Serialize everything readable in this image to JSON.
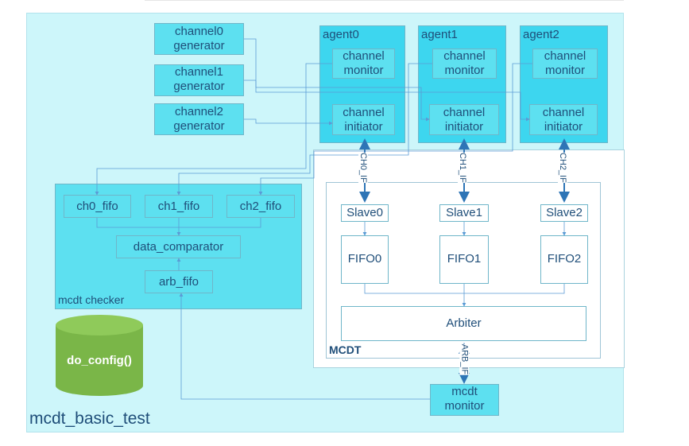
{
  "test": {
    "label": "mcdt_basic_test"
  },
  "generators": [
    {
      "line1": "channel0",
      "line2": "generator"
    },
    {
      "line1": "channel1",
      "line2": "generator"
    },
    {
      "line1": "channel2",
      "line2": "generator"
    }
  ],
  "agents": [
    {
      "title": "agent0",
      "monitor": [
        "channel",
        "monitor"
      ],
      "initiator": [
        "channel",
        "initiator"
      ],
      "if_label": "CH0_IF"
    },
    {
      "title": "agent1",
      "monitor": [
        "channel",
        "monitor"
      ],
      "initiator": [
        "channel",
        "initiator"
      ],
      "if_label": "CH1_IF"
    },
    {
      "title": "agent2",
      "monitor": [
        "channel",
        "monitor"
      ],
      "initiator": [
        "channel",
        "initiator"
      ],
      "if_label": "CH2_IF"
    }
  ],
  "checker": {
    "label": "mcdt checker",
    "fifos": [
      "ch0_fifo",
      "ch1_fifo",
      "ch2_fifo"
    ],
    "comparator": "data_comparator",
    "arb_fifo": "arb_fifo"
  },
  "config": {
    "label": "do_config()"
  },
  "mcdt": {
    "label": "MCDT",
    "slaves": [
      "Slave0",
      "Slave1",
      "Slave2"
    ],
    "fifos": [
      "FIFO0",
      "FIFO1",
      "FIFO2"
    ],
    "arbiter": "Arbiter",
    "arb_if": "ARB_IF"
  },
  "mcdt_monitor": {
    "line1": "mcdt",
    "line2": "monitor"
  },
  "colors": {
    "test_bg": "#cdf6fa",
    "component_bg": "#5de0f0",
    "agent_bg": "#3dd6ef",
    "line": "#5b9bd5",
    "text": "#1f4e79",
    "cylinder": "#7ab648"
  }
}
